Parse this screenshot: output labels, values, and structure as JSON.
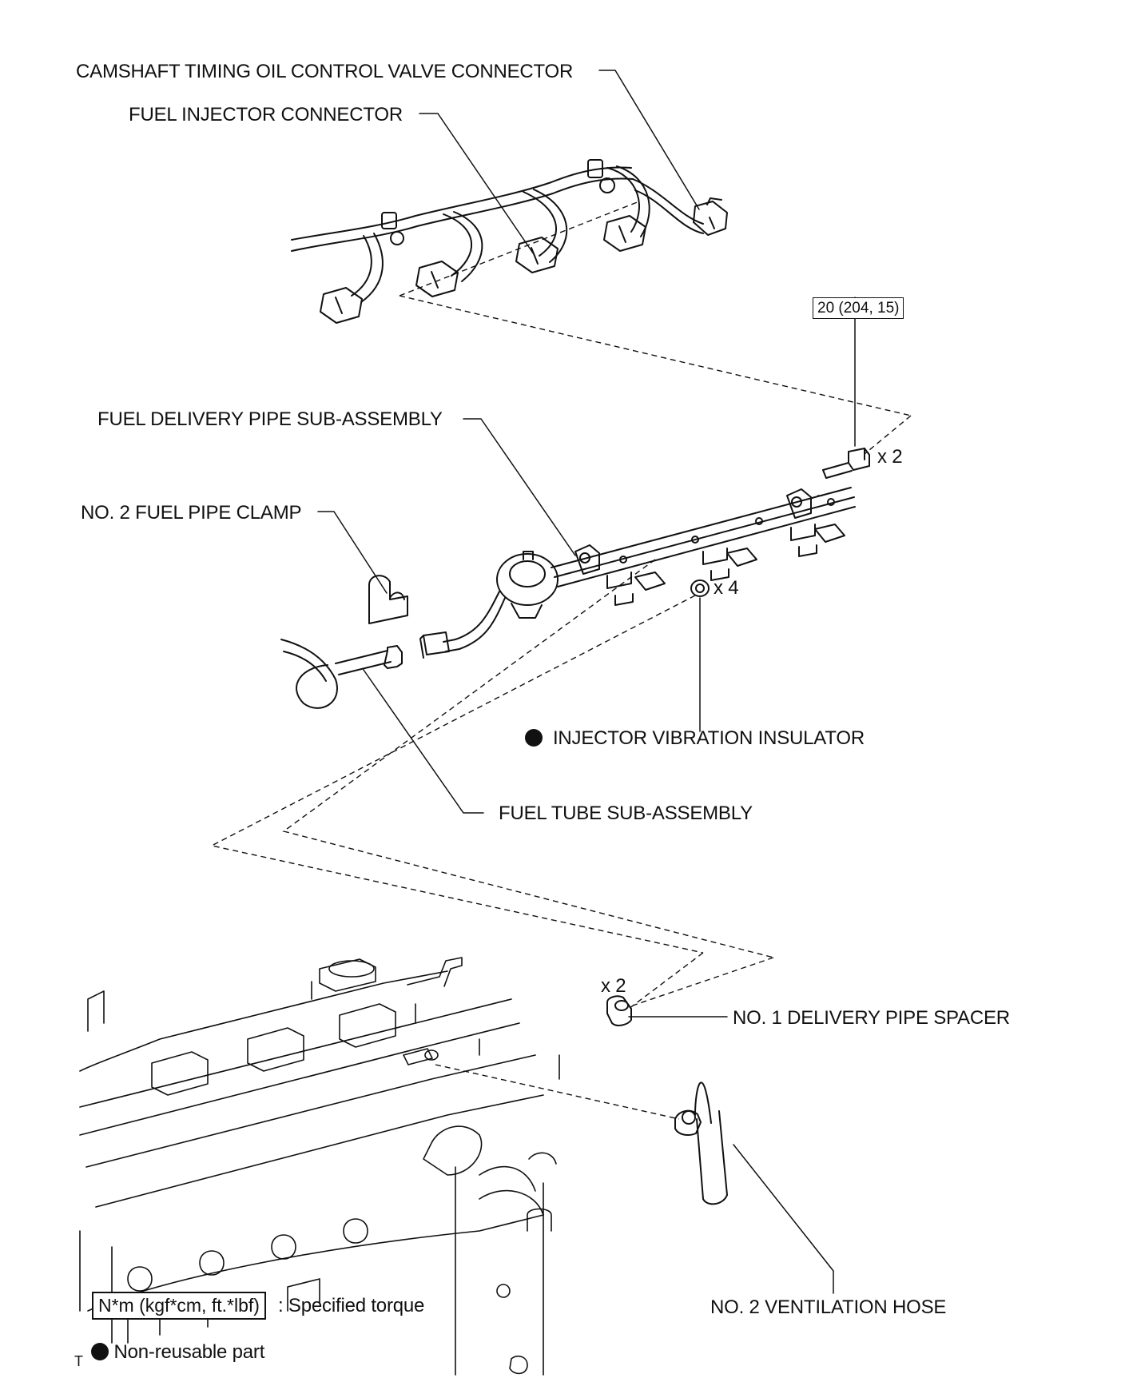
{
  "labels": {
    "camshaft_connector": "CAMSHAFT TIMING OIL CONTROL VALVE CONNECTOR",
    "fuel_injector_connector": "FUEL INJECTOR CONNECTOR",
    "fuel_delivery_pipe": "FUEL DELIVERY PIPE SUB-ASSEMBLY",
    "fuel_pipe_clamp": "NO. 2 FUEL PIPE CLAMP",
    "injector_vibration_insulator": "INJECTOR VIBRATION INSULATOR",
    "fuel_tube": "FUEL TUBE SUB-ASSEMBLY",
    "delivery_pipe_spacer": "NO. 1 DELIVERY PIPE SPACER",
    "ventilation_hose": "NO. 2 VENTILATION HOSE"
  },
  "torque": "20 (204, 15)",
  "quantities": {
    "bolt": "x 2",
    "insulator": "x 4",
    "spacer": "x 2"
  },
  "legend": {
    "torque_box": "N*m (kgf*cm, ft.*lbf)",
    "torque_text": ": Specified torque",
    "nonreusable_text": "Non-reusable part",
    "corner_mark": "T"
  }
}
